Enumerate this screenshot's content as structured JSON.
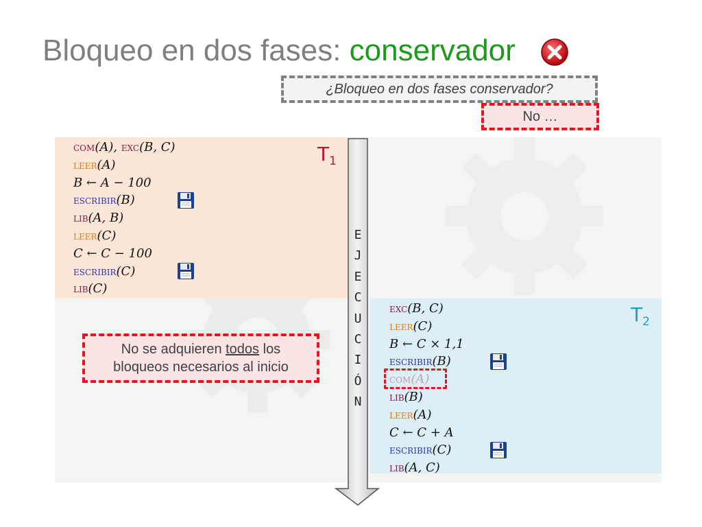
{
  "title": {
    "main": "Bloqueo en dos fases: ",
    "accent": "conservador"
  },
  "colors": {
    "accent": "#1d9a1d",
    "alert": "#e8131e",
    "t1": "#c0123c",
    "t2": "#2a9bb5"
  },
  "question": "¿Bloqueo en dos fases conservador?",
  "answer": "No …",
  "note": {
    "line1_pre": "No se adquieren ",
    "line1_u": "todos",
    "line1_post": " los",
    "line2": "bloqueos necesarios al inicio"
  },
  "t1": {
    "label": "T",
    "sub": "1",
    "ops": [
      {
        "parts": [
          {
            "kw": "com",
            "cls": "kw-com"
          },
          {
            "arg": "(A), "
          },
          {
            "kw": "exc",
            "cls": "kw-exc"
          },
          {
            "arg": "(B, C)"
          }
        ]
      },
      {
        "parts": [
          {
            "kw": "leer",
            "cls": "kw-leer"
          },
          {
            "arg": "(A)"
          }
        ]
      },
      {
        "parts": [
          {
            "arg": "B ← A − 100"
          }
        ]
      },
      {
        "parts": [
          {
            "kw": "escribir",
            "cls": "kw-escribir"
          },
          {
            "arg": "(B)"
          }
        ],
        "save": true
      },
      {
        "parts": [
          {
            "kw": "lib",
            "cls": "kw-lib"
          },
          {
            "arg": "(A, B)"
          }
        ]
      },
      {
        "parts": [
          {
            "kw": "leer",
            "cls": "kw-leer"
          },
          {
            "arg": "(C)"
          }
        ]
      },
      {
        "parts": [
          {
            "arg": "C ← C − 100"
          }
        ]
      },
      {
        "parts": [
          {
            "kw": "escribir",
            "cls": "kw-escribir"
          },
          {
            "arg": "(C)"
          }
        ],
        "save": true
      },
      {
        "parts": [
          {
            "kw": "lib",
            "cls": "kw-lib"
          },
          {
            "arg": "(C)"
          }
        ]
      }
    ]
  },
  "t2": {
    "label": "T",
    "sub": "2",
    "ops": [
      {
        "parts": [
          {
            "kw": "exc",
            "cls": "kw-exc"
          },
          {
            "arg": "(B, C)"
          }
        ]
      },
      {
        "parts": [
          {
            "kw": "leer",
            "cls": "kw-leer"
          },
          {
            "arg": "(C)"
          }
        ]
      },
      {
        "parts": [
          {
            "arg": "B ← C × 1,1"
          }
        ]
      },
      {
        "parts": [
          {
            "kw": "escribir",
            "cls": "kw-escribir"
          },
          {
            "arg": "(B)"
          }
        ],
        "save": true
      },
      {
        "parts": [
          {
            "kw": "com",
            "cls": "kw-com"
          },
          {
            "arg": "(A)"
          }
        ],
        "faded": true
      },
      {
        "parts": [
          {
            "kw": "lib",
            "cls": "kw-lib"
          },
          {
            "arg": "(B)"
          }
        ]
      },
      {
        "parts": [
          {
            "kw": "leer",
            "cls": "kw-leer"
          },
          {
            "arg": "(A)"
          }
        ]
      },
      {
        "parts": [
          {
            "arg": "C ← C + A"
          }
        ]
      },
      {
        "parts": [
          {
            "kw": "escribir",
            "cls": "kw-escribir"
          },
          {
            "arg": "(C)"
          }
        ],
        "save": true
      },
      {
        "parts": [
          {
            "kw": "lib",
            "cls": "kw-lib"
          },
          {
            "arg": "(A, C)"
          }
        ]
      }
    ]
  },
  "execution_letters": [
    "E",
    "J",
    "E",
    "C",
    "U",
    "C",
    "I",
    "Ó",
    "N"
  ],
  "icons": {
    "close": "close-icon",
    "save": "floppy-disk-icon"
  }
}
